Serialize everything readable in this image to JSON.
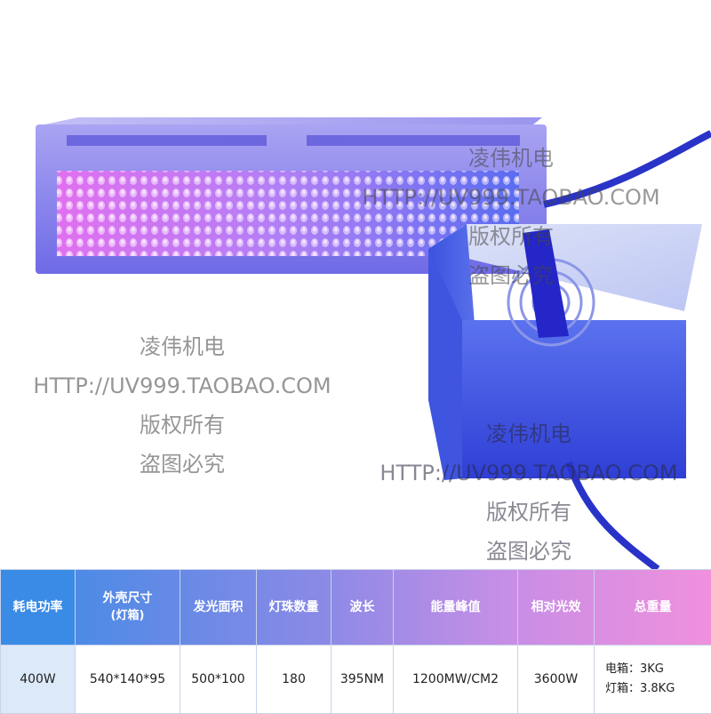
{
  "watermarks": [
    {
      "line1": "凌伟机电",
      "line2": "HTTP://UV999.TAOBAO.COM",
      "line3": "版权所有",
      "line4": "盗图必究"
    },
    {
      "line1": "凌伟机电",
      "line2": "HTTP://UV999.TAOBAO.COM",
      "line3": "版权所有",
      "line4": "盗图必究"
    },
    {
      "line1": "凌伟机电",
      "line2": "HTTP://UV999.TAOBAO.COM",
      "line3": "版权所有",
      "line4": "盗图必究"
    }
  ],
  "table": {
    "headers": [
      "耗电功率",
      "外壳尺寸",
      "发光面积",
      "灯珠数量",
      "波长",
      "能量峰值",
      "相对光效",
      "总重量"
    ],
    "header_sub": "(灯箱)",
    "values": [
      "400W",
      "540*140*95",
      "500*100",
      "180",
      "395NM",
      "1200MW/CM2",
      "3600W"
    ],
    "weight": [
      "电箱：3KG",
      "灯箱：3.8KG"
    ]
  }
}
